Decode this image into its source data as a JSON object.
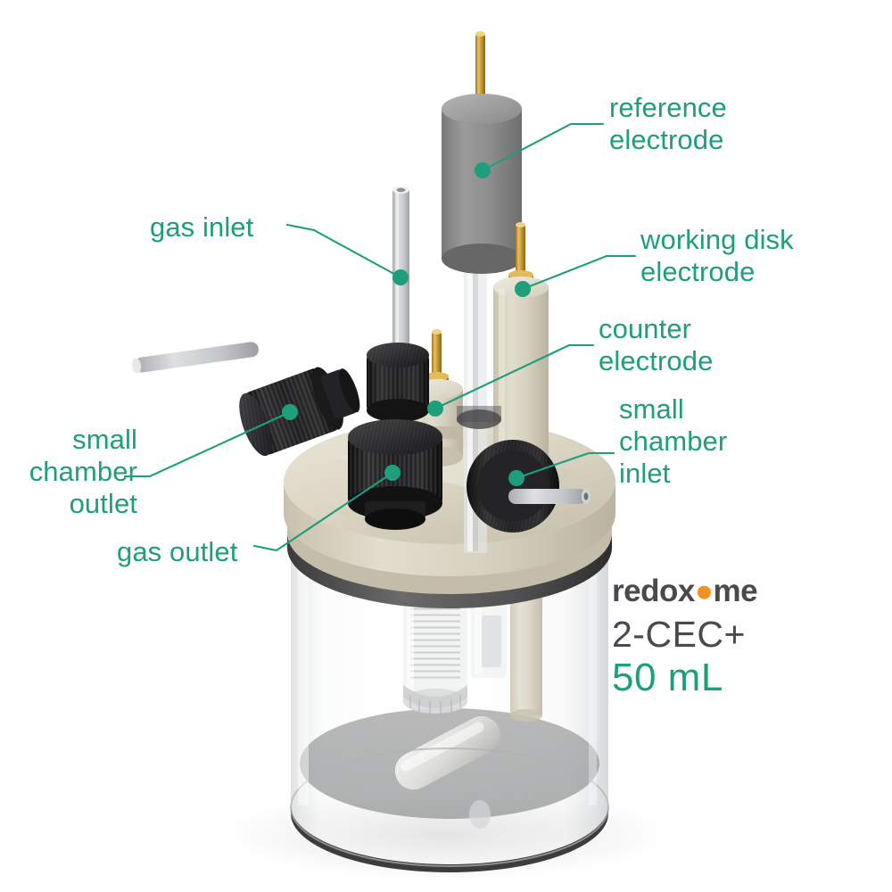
{
  "product": {
    "brand": "redox",
    "brand_suffix": "me",
    "brand_dot": "•",
    "model": "2-CEC+",
    "volume": "50 mL"
  },
  "colors": {
    "accent_teal": "#1E9E7C",
    "brand_gray": "#4A4A4A",
    "brand_orange": "#F59220",
    "ptfe_beige": "#D8D3C2",
    "knob_black": "#262626",
    "electrode_gray": "#8E8E8E",
    "gold_pin": "#D4A437",
    "tube_gray": "#C9CBCC",
    "glass": "#E9EBEC",
    "background": "#FFFFFF"
  },
  "callouts": [
    {
      "id": "reference",
      "label": "reference\nelectrode",
      "dot": [
        541,
        191
      ],
      "elbow": [
        640,
        139
      ],
      "end": [
        676,
        139
      ]
    },
    {
      "id": "working",
      "label": "working disk\nelectrode",
      "dot": [
        586,
        324
      ],
      "elbow": [
        680,
        287
      ],
      "end": [
        712,
        287
      ]
    },
    {
      "id": "counter",
      "label": "counter\nelectrode",
      "dot": [
        488,
        458
      ],
      "elbow": [
        638,
        387
      ],
      "end": [
        665,
        387
      ]
    },
    {
      "id": "small-inlet",
      "label": "small\nchamber\ninlet",
      "dot": [
        579,
        536
      ],
      "elbow": [
        660,
        508
      ],
      "end": [
        688,
        508
      ]
    },
    {
      "id": "gas-inlet",
      "label": "gas inlet",
      "dot": [
        449,
        311
      ],
      "elbow": [
        352,
        258
      ],
      "end": [
        322,
        252
      ]
    },
    {
      "id": "small-outlet",
      "label": "small\nchamber\noutlet",
      "dot": [
        325,
        462
      ],
      "elbow": [
        168,
        534
      ],
      "end": [
        140,
        534
      ]
    },
    {
      "id": "gas-outlet",
      "label": "gas outlet",
      "dot": [
        440,
        530
      ],
      "elbow": [
        310,
        617
      ],
      "end": [
        285,
        612
      ]
    }
  ],
  "parts": {
    "reference_electrode": "gray cylinder with gold pin",
    "working_disk_electrode": "beige PTFE rod with gold pin",
    "counter_electrode": "short beige cylinder with gold pin",
    "gas_inlet_tube": "thin gray tube",
    "gas_outlet_fitting": "black knurled knob",
    "small_chamber_inlet_fitting": "black knurled knob with gray tube",
    "small_chamber_outlet_fitting": "angled black knurled knob with gray tube",
    "lid": "beige PTFE disc",
    "o_ring": "dark gray gasket band",
    "vessel": "clear glass cylinder",
    "stir_bar": "white magnetic stir bar",
    "frit_tube": "glass tube with frit"
  }
}
